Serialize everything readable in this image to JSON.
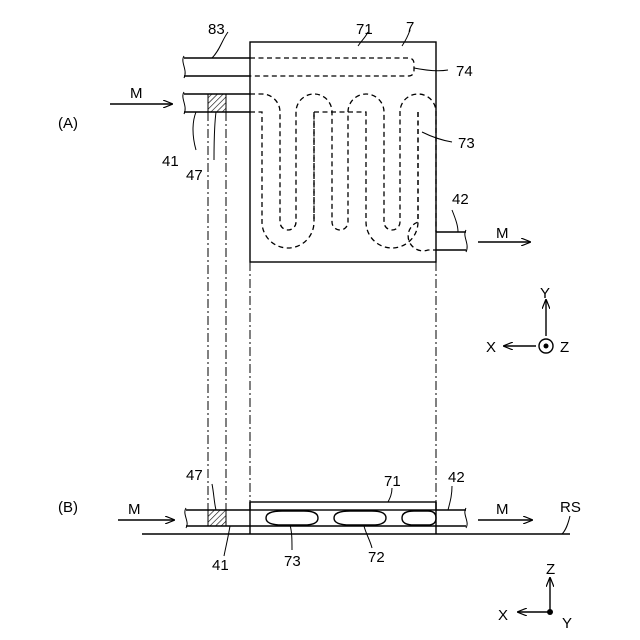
{
  "view_labels": {
    "a": "(A)",
    "b": "(B)"
  },
  "ref_numerals": {
    "n7": "7",
    "n71": "71",
    "n72": "72",
    "n73": "73",
    "n74": "74",
    "n83": "83",
    "n41": "41",
    "n42": "42",
    "n47": "47",
    "rs": "RS"
  },
  "flow_label": "M",
  "axes": {
    "x": "X",
    "y": "Y",
    "z": "Z"
  }
}
